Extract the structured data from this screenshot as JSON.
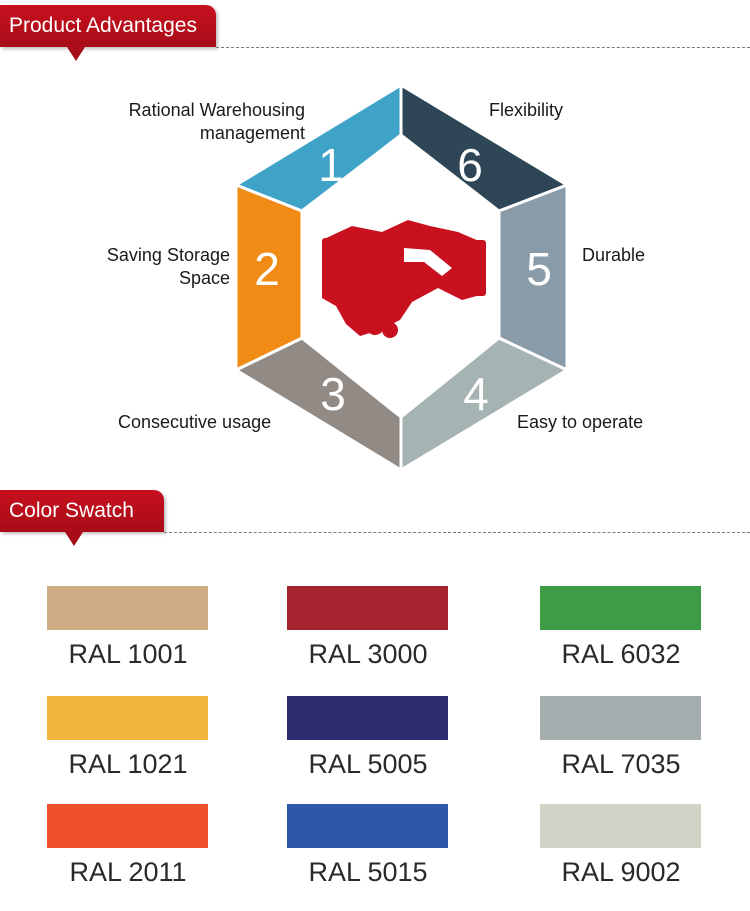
{
  "headers": {
    "advantages": "Product Advantages",
    "swatch": "Color Swatch"
  },
  "advantages": [
    {
      "number": "1",
      "label_line1": "Rational Warehousing",
      "label_line2": "management",
      "color": "#3fa3c8"
    },
    {
      "number": "2",
      "label_line1": "Saving Storage",
      "label_line2": "Space",
      "color": "#f08c16"
    },
    {
      "number": "3",
      "label_line1": "Consecutive usage",
      "label_line2": "",
      "color": "#918a85"
    },
    {
      "number": "4",
      "label_line1": "Easy to operate",
      "label_line2": "",
      "color": "#a5b4b2"
    },
    {
      "number": "5",
      "label_line1": "Durable",
      "label_line2": "",
      "color": "#8a9ca9"
    },
    {
      "number": "6",
      "label_line1": "Flexibility",
      "label_line2": "",
      "color": "#2f4657"
    }
  ],
  "center_icon": {
    "name": "handshake-icon",
    "color": "#c8101f"
  },
  "swatches": [
    {
      "code": "RAL 1001",
      "color": "#d0ac86"
    },
    {
      "code": "RAL 3000",
      "color": "#a5232e"
    },
    {
      "code": "RAL 6032",
      "color": "#3d9c44"
    },
    {
      "code": "RAL 1021",
      "color": "#efb43c"
    },
    {
      "code": "RAL 5005",
      "color": "#2e2c6e"
    },
    {
      "code": "RAL 7035",
      "color": "#a6adae"
    },
    {
      "code": "RAL 2011",
      "color": "#ef512e"
    },
    {
      "code": "RAL 5015",
      "color": "#2f57a9"
    },
    {
      "code": "RAL 9002",
      "color": "#d1d3c6"
    }
  ]
}
